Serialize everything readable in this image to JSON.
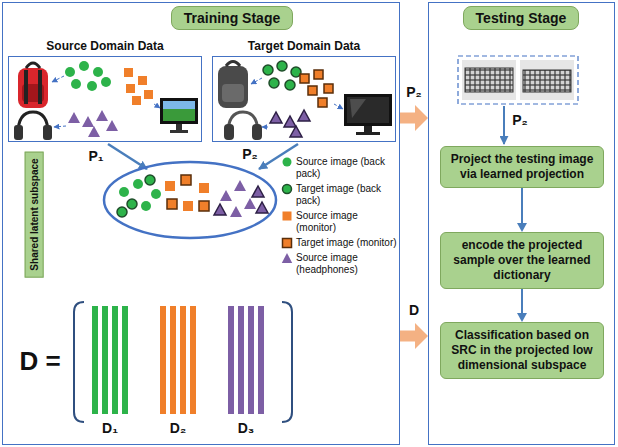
{
  "diagram": {
    "nodes": [
      {
        "text": [
          "Training Stage"
        ]
      },
      {
        "text": [
          "Source Domain Data"
        ],
        "in": 0
      },
      {
        "text": [
          "Target Domain Data"
        ],
        "in": 0
      },
      {
        "text": [
          "Shared latent subspace"
        ],
        "in": 0
      },
      {
        "text": [
          "Testing Stage"
        ]
      },
      {
        "text": [
          "Project the testing image via learned projection"
        ],
        "in": 4
      },
      {
        "text": [
          "encode the projected sample over the learned dictionary"
        ],
        "in": 4
      },
      {
        "text": [
          "Classification based on SRC in the projected low dimensional subspace"
        ],
        "in": 4
      }
    ],
    "edges": [
      {
        "from": 0,
        "to": 4,
        "arrow": "to",
        "label": "P₂"
      },
      {
        "from": 0,
        "to": 4,
        "arrow": "to",
        "label": "D"
      },
      {
        "from": 5,
        "to": 6,
        "arrow": "to"
      },
      {
        "from": 6,
        "to": 7,
        "arrow": "to"
      }
    ],
    "labels": [
      "P₁",
      "P₂",
      "D =",
      "D₁",
      "D₂",
      "D₃",
      "P₂"
    ],
    "legend": [
      {
        "text": "Source image (back pack)"
      },
      {
        "text": "Target image (back pack)"
      },
      {
        "text": "Source image (monitor)"
      },
      {
        "text": "Target image (monitor)"
      },
      {
        "text": "Source image (headphones)"
      }
    ]
  }
}
